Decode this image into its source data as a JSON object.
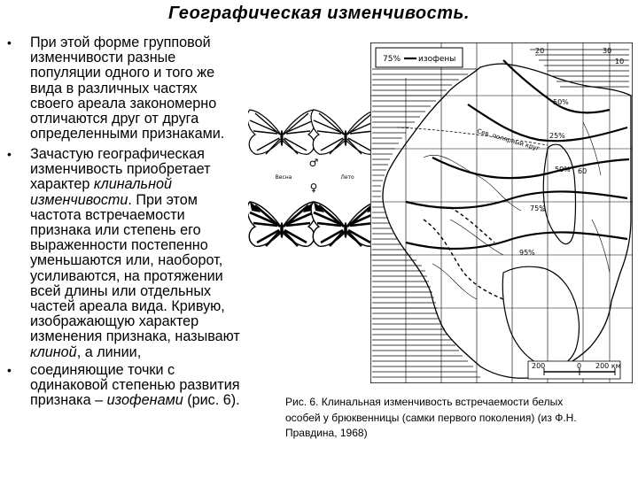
{
  "title": "Географическая изменчивость.",
  "bullets": [
    {
      "lines": [
        [
          {
            "t": "При этой форме групповой"
          }
        ],
        [
          {
            "t": "изменчивости разные"
          }
        ],
        [
          {
            "t": "популяции одного и того же"
          }
        ],
        [
          {
            "t": "вида в различных частях"
          }
        ],
        [
          {
            "t": "своего ареала закономерно"
          }
        ],
        [
          {
            "t": "отличаются друг от друга"
          }
        ],
        [
          {
            "t": "определенными признаками."
          }
        ]
      ]
    },
    {
      "lines": [
        [
          {
            "t": "Зачастую географическая"
          }
        ],
        [
          {
            "t": "изменчивость приобретает"
          }
        ],
        [
          {
            "t": "характер "
          },
          {
            "t": "клинальной",
            "i": true
          }
        ],
        [
          {
            "t": "изменчивости",
            "i": true
          },
          {
            "t": ". При этом"
          }
        ],
        [
          {
            "t": "частота встречаемости"
          }
        ],
        [
          {
            "t": "признака или степень его"
          }
        ],
        [
          {
            "t": "выраженности постепенно"
          }
        ],
        [
          {
            "t": "уменьшаются или, наоборот,"
          }
        ],
        [
          {
            "t": "усиливаются, на протяжении"
          }
        ],
        [
          {
            "t": "всей длины или отдельных"
          }
        ],
        [
          {
            "t": "частей ареала вида. Кривую,"
          }
        ],
        [
          {
            "t": "изображающую характер"
          }
        ],
        [
          {
            "t": "изменения признака, называют"
          }
        ],
        [
          {
            "t": "клиной",
            "i": true
          },
          {
            "t": ", а линии,"
          }
        ]
      ]
    },
    {
      "lines": [
        [
          {
            "t": "соединяющие точки с"
          }
        ],
        [
          {
            "t": "одинаковой степенью развития"
          }
        ],
        [
          {
            "t": "признака – "
          },
          {
            "t": "изофенами",
            "i": true
          },
          {
            "t": " (рис. 6)."
          }
        ]
      ]
    }
  ],
  "butterflies": {
    "male_symbol": "♂",
    "female_symbol": "♀",
    "label_left": "Весна",
    "label_right": "Лето"
  },
  "map": {
    "legend_value": "75%",
    "legend_label": "изофены",
    "lon_top_1": "20",
    "lon_top_2": "30",
    "lat_right": "10",
    "lat_mid": "60",
    "polar_circle": "Сев. полярный круг",
    "iso_1": "50%",
    "iso_2": "25%",
    "iso_3": "50%",
    "iso_4": "75%",
    "iso_5": "95%",
    "scale_0": "200",
    "scale_1": "0",
    "scale_2": "200 км"
  },
  "caption": {
    "lines": [
      "Рис. 6. Клинальная изменчивость встречаемости белых",
      "особей у брюквенницы (самки первого поколения) (из Ф.Н.",
      "Правдина, 1968)"
    ]
  }
}
